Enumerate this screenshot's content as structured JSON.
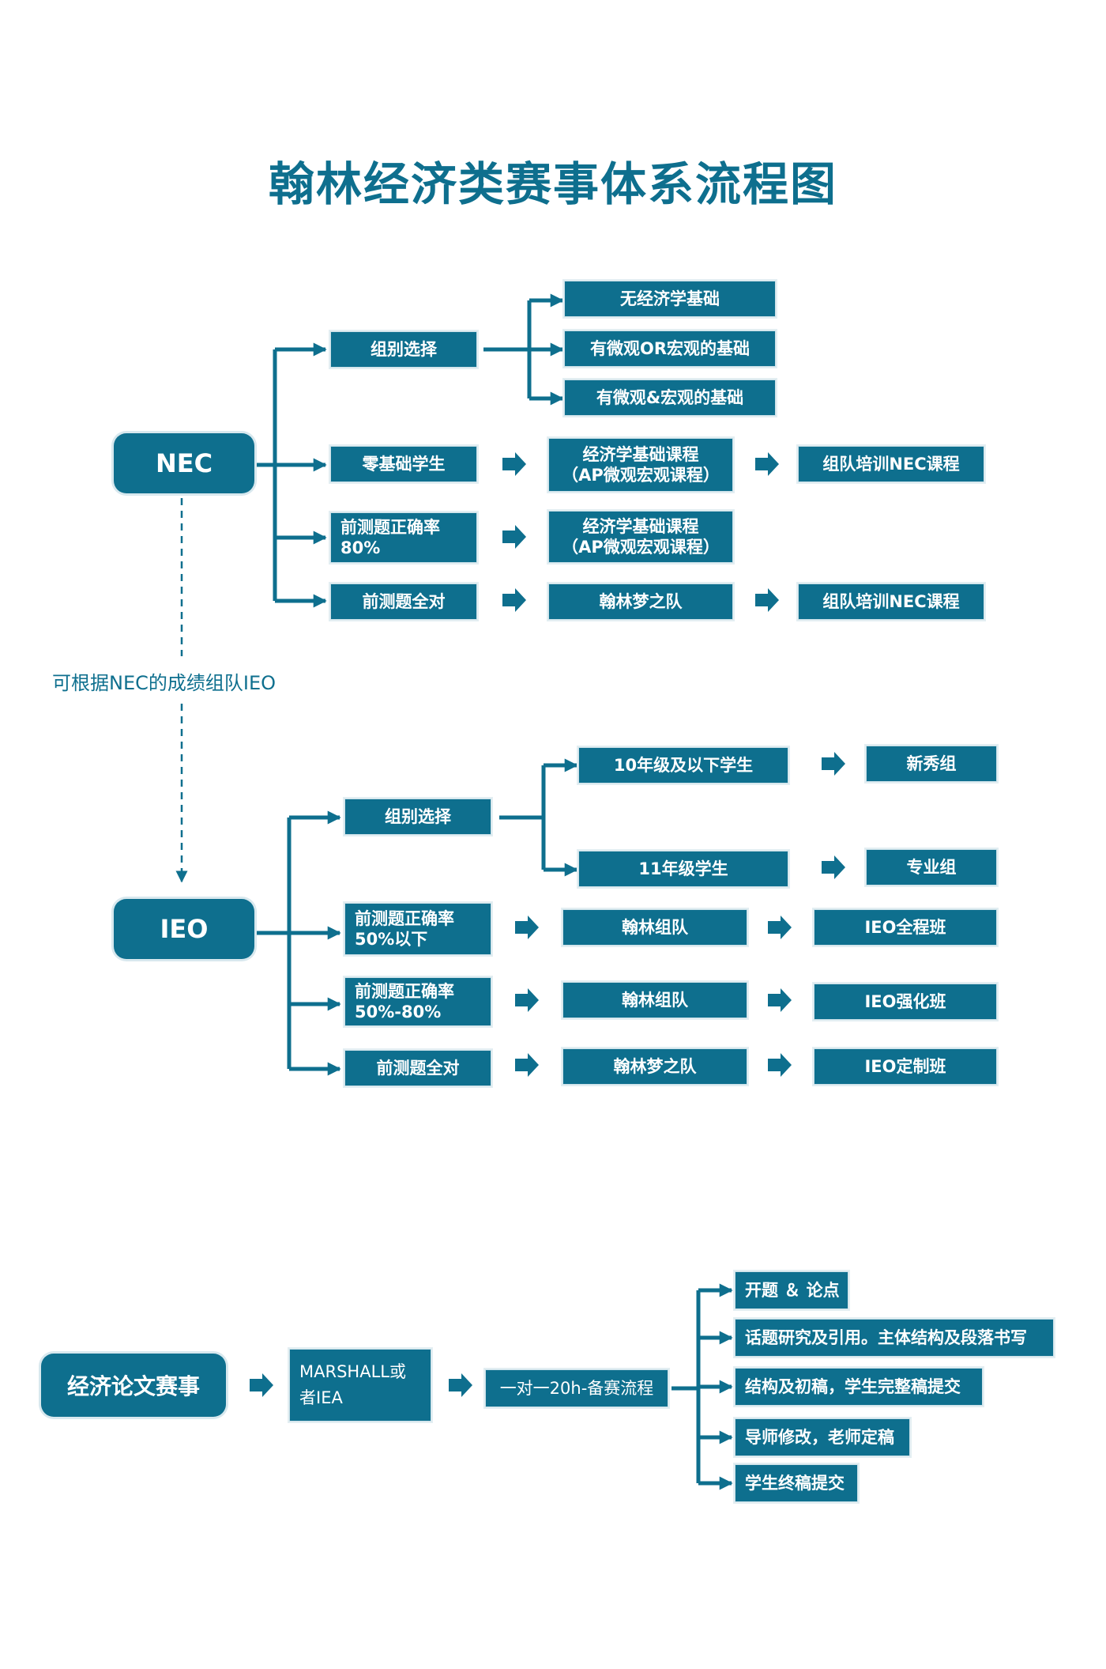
{
  "title": "翰林经济类赛事体系流程图",
  "colors": {
    "primary": "#0e6f8e",
    "border": "#c9e0e8"
  },
  "nec": {
    "label": "NEC",
    "group_select": "组别选择",
    "group_options": [
      "无经济学基础",
      "有微观OR宏观的基础",
      "有微观&宏观的基础"
    ],
    "zero_basis": "零基础学生",
    "econ_course": "经济学基础课程\n（AP微观宏观课程）",
    "team_training": "组队培训NEC课程",
    "pretest_80": "前测题正确率\n80%",
    "econ_course_2": "经济学基础课程\n（AP微观宏观课程）",
    "pretest_all": "前测题全对",
    "dream_team": "翰林梦之队",
    "team_training_2": "组队培训NEC课程"
  },
  "connector_note": "可根据NEC的成绩组队IEO",
  "ieo": {
    "label": "IEO",
    "group_select": "组别选择",
    "grade10": "10年级及以下学生",
    "rookie": "新秀组",
    "grade11": "11年级学生",
    "pro": "专业组",
    "pretest_50": "前测题正确率\n50%以下",
    "team_1": "翰林组队",
    "full_class": "IEO全程班",
    "pretest_5080": "前测题正确率\n50%-80%",
    "team_2": "翰林组队",
    "intensive_class": "IEO强化班",
    "pretest_all": "前测题全对",
    "dream_team": "翰林梦之队",
    "custom_class": "IEO定制班"
  },
  "essay": {
    "label": "经济论文赛事",
    "comp": "MARSHALL或\n者IEA",
    "process": "一对一20h-备赛流程",
    "steps": [
      "开题 ＆ 论点",
      "话题研究及引用。主体结构及段落书写",
      "结构及初稿，学生完整稿提交",
      "导师修改，老师定稿",
      "学生终稿提交"
    ]
  }
}
